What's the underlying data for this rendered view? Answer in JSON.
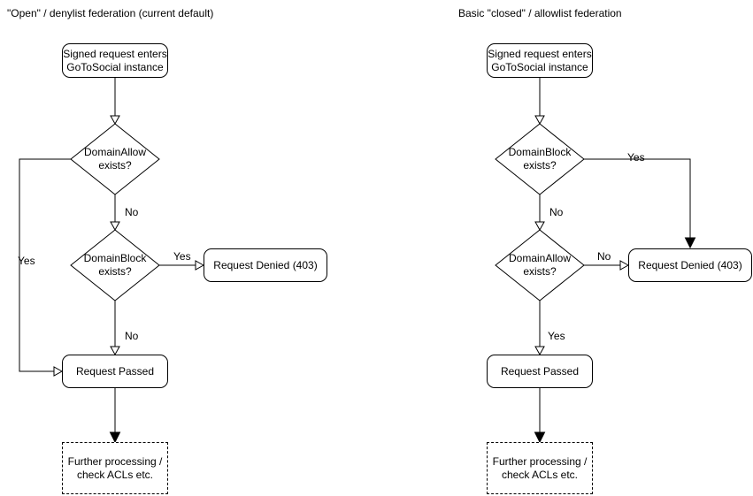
{
  "colors": {
    "stroke": "#000000",
    "fill": "#ffffff",
    "text": "#000000",
    "background": "#ffffff"
  },
  "charts": {
    "left": {
      "title": "\"Open\" / denylist federation (current default)",
      "nodes": {
        "start": "Signed request enters\nGoToSocial instance",
        "decision1": "DomainAllow\nexists?",
        "decision2": "DomainBlock\nexists?",
        "denied": "Request Denied (403)",
        "passed": "Request Passed",
        "further": "Further processing /\ncheck ACLs etc."
      },
      "labels": {
        "decision1_yes": "Yes",
        "decision1_no": "No",
        "decision2_yes": "Yes",
        "decision2_no": "No"
      }
    },
    "right": {
      "title": "Basic \"closed\" / allowlist federation",
      "nodes": {
        "start": "Signed request enters\nGoToSocial instance",
        "decision1": "DomainBlock\nexists?",
        "decision2": "DomainAllow\nexists?",
        "denied": "Request Denied (403)",
        "passed": "Request Passed",
        "further": "Further processing /\ncheck ACLs etc."
      },
      "labels": {
        "decision1_yes": "Yes",
        "decision1_no": "No",
        "decision2_no": "No",
        "decision2_yes": "Yes"
      }
    }
  }
}
